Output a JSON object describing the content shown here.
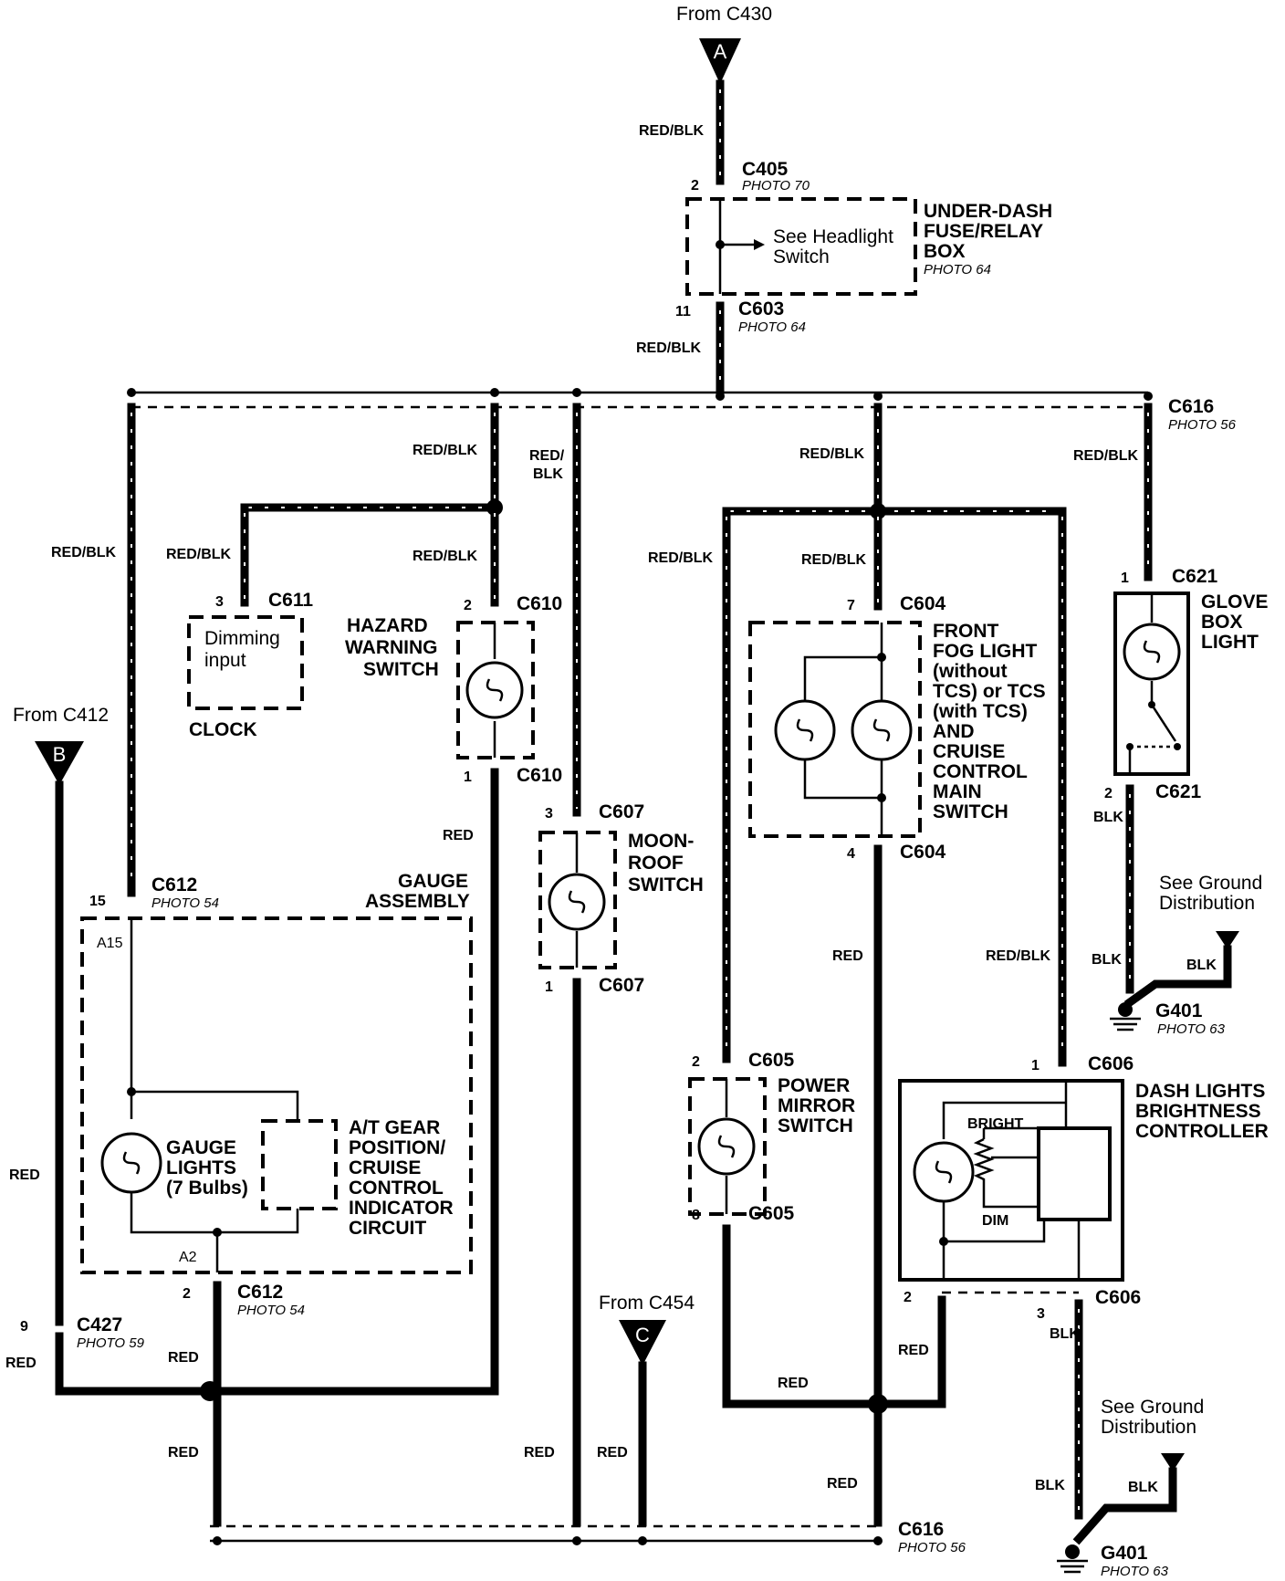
{
  "source_labels": {
    "a_from": "From C430",
    "b_from": "From C412",
    "c_from": "From C454",
    "a_letter": "A",
    "b_letter": "B",
    "c_letter": "C"
  },
  "wire_colors": {
    "red_blk": "RED/BLK",
    "red_blk_split_1": "RED/",
    "red_blk_split_2": "BLK",
    "red": "RED",
    "blk": "BLK"
  },
  "connectors": {
    "c405": "C405",
    "c603": "C603",
    "c616": "C616",
    "c611": "C611",
    "c610": "C610",
    "c604": "C604",
    "c621": "C621",
    "c607": "C607",
    "c612": "C612",
    "c605": "C605",
    "c606": "C606",
    "c427": "C427",
    "g401": "G401"
  },
  "pins": {
    "p1": "1",
    "p2": "2",
    "p3": "3",
    "p4": "4",
    "p7": "7",
    "p8": "8",
    "p9": "9",
    "p11": "11",
    "p15": "15",
    "a15": "A15",
    "a2": "A2"
  },
  "photos": {
    "photo_70": "PHOTO 70",
    "photo_64": "PHOTO 64",
    "photo_56": "PHOTO 56",
    "photo_54": "PHOTO 54",
    "photo_59": "PHOTO 59",
    "photo_63": "PHOTO 63"
  },
  "components": {
    "fuse_box_1": "UNDER-DASH",
    "fuse_box_2": "FUSE/RELAY",
    "fuse_box_3": "BOX",
    "see_headlight_1": "See Headlight",
    "see_headlight_2": "Switch",
    "dimming_1": "Dimming",
    "dimming_2": "input",
    "clock": "CLOCK",
    "hazard_1": "HAZARD",
    "hazard_2": "WARNING",
    "hazard_3": "SWITCH",
    "fog_1": "FRONT",
    "fog_2": "FOG LIGHT",
    "fog_3": "(without",
    "fog_4": "TCS) or TCS",
    "fog_5": "(with TCS)",
    "fog_6": "AND",
    "fog_7": "CRUISE",
    "fog_8": "CONTROL",
    "fog_9": "MAIN",
    "fog_10": "SWITCH",
    "glove_1": "GLOVE",
    "glove_2": "BOX",
    "glove_3": "LIGHT",
    "moon_1": "MOON-",
    "moon_2": "ROOF",
    "moon_3": "SWITCH",
    "gauge_asm_1": "GAUGE",
    "gauge_asm_2": "ASSEMBLY",
    "gauge_lights_1": "GAUGE",
    "gauge_lights_2": "LIGHTS",
    "gauge_lights_3": "(7 Bulbs)",
    "at_1": "A/T GEAR",
    "at_2": "POSITION/",
    "at_3": "CRUISE",
    "at_4": "CONTROL",
    "at_5": "INDICATOR",
    "at_6": "CIRCUIT",
    "mirror_1": "POWER",
    "mirror_2": "MIRROR",
    "mirror_3": "SWITCH",
    "dash_1": "DASH LIGHTS",
    "dash_2": "BRIGHTNESS",
    "dash_3": "CONTROLLER",
    "bright": "BRIGHT",
    "dim": "DIM",
    "ground_1": "See Ground",
    "ground_2": "Distribution"
  }
}
